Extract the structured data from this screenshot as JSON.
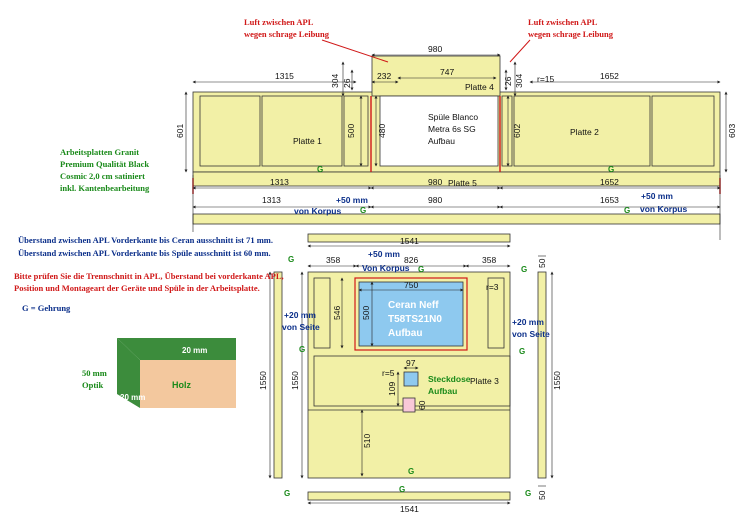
{
  "annotations": {
    "luft_left_1": "Luft zwischen APL",
    "luft_left_2": "wegen schrage Leibung",
    "luft_right_1": "Luft zwischen APL",
    "luft_right_2": "wegen schrage Leibung",
    "material_1": "Arbeitsplatten Granit",
    "material_2": "Premium Qualität Black",
    "material_3": "Cosmic 2,0 cm satiniert",
    "material_4": "inkl. Kantenbearbeitung",
    "ueberstand_ceran": "Überstand zwischen APL Vorderkante bis Ceran ausschnitt ist 71 mm.",
    "ueberstand_spuele": "Überstand zwischen APL Vorderkante bis Spüle ausschnitt ist 60 mm.",
    "pruefen_1": "Bitte prüfen Sie die Trennschnitt in APL, Überstand bei vorderkante APL,",
    "pruefen_2": "Position und Montageart der Geräte und Spüle in der Arbeitsplatte.",
    "gehrung": "G = Gehrung",
    "optik_1": "50 mm",
    "optik_2": "Optik"
  },
  "top_plan": {
    "dims": {
      "d980_top": "980",
      "d747": "747",
      "d1315": "1315",
      "d304_left": "304",
      "d232": "232",
      "d26_left": "26",
      "d26_right": "26",
      "d304_right": "304",
      "r15": "r=15",
      "d1652_top": "1652",
      "d601": "601",
      "d500": "500",
      "d480": "480",
      "d602": "602",
      "d603": "603",
      "d1313_a": "1313",
      "d980_mid": "980",
      "d1652_mid": "1652",
      "d1313_b": "1313",
      "d980_bot": "980",
      "d1653": "1653",
      "plus50_left": "+50 mm",
      "von_korpus_left": "von Korpus",
      "plus50_right": "+50 mm",
      "von_korpus_right": "von Korpus"
    },
    "labels": {
      "platte1": "Platte 1",
      "platte2": "Platte 2",
      "platte4": "Platte 4",
      "platte5": "Platte 5",
      "sink_1": "Spüle Blanco",
      "sink_2": "Metra 6s SG",
      "sink_3": "Aufbau",
      "g1": "G",
      "g2": "G",
      "g3": "G",
      "g4": "G"
    }
  },
  "cooktop_plan": {
    "dims": {
      "d1541_top": "1541",
      "d358_l": "358",
      "d826": "826",
      "d358_r": "358",
      "d50_top": "50",
      "d750": "750",
      "r3": "r=3",
      "d546": "546",
      "d500": "500",
      "d1550_left": "1550",
      "d1550_mid": "1550",
      "d1550_right": "1550",
      "r5": "r=5",
      "d97": "97",
      "d109": "109",
      "d60": "60",
      "d510": "510",
      "d1541_bot": "1541",
      "d50_bot": "50",
      "plus50": "+50 mm",
      "von_korpus": "Von Korpus",
      "plus20_l": "+20 mm",
      "von_seite_l": "von Seite",
      "plus20_r": "+20 mm",
      "von_seite_r": "von Seite"
    },
    "labels": {
      "ceran_1": "Ceran Neff",
      "ceran_2": "T58TS21N0",
      "ceran_3": "Aufbau",
      "steckdose_1": "Steckdose",
      "steckdose_2": "Aufbau",
      "platte3": "Platte 3",
      "g_left": "G",
      "g_top": "G",
      "g_right": "G",
      "g_mid_l": "G",
      "g_mid_r": "G",
      "g_bottom": "G",
      "g_bot_l": "G",
      "g_bot_r": "G",
      "g_low_l": "G"
    }
  },
  "joint_diagram": {
    "label_20a": "20 mm",
    "label_20b": "20 mm",
    "label_holz": "Holz"
  },
  "colors": {
    "worktop": "#f2f0a6",
    "sink": "#ffffff",
    "cooktop": "#8ec9ef",
    "wood": "#f3c89e",
    "joint_green": "#3c8c3c",
    "note_green": "#1a8a1a",
    "note_red": "#d01818",
    "annot_blue": "#0b2f8a"
  }
}
